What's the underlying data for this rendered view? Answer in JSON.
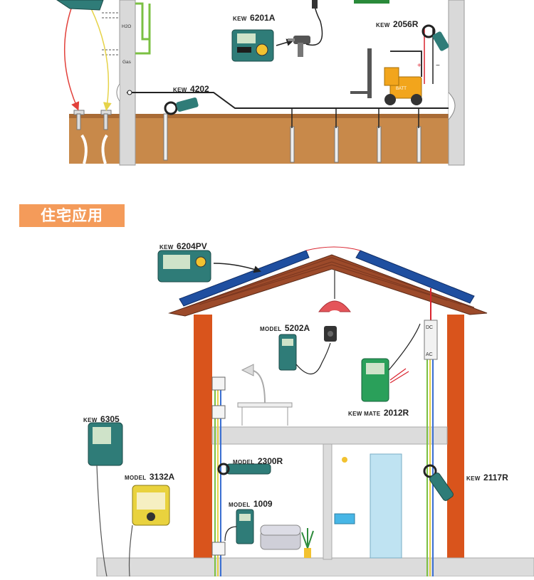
{
  "section": {
    "title": "住宅应用"
  },
  "labels": {
    "h2o": "H2O",
    "gas": "Gas",
    "dc": "DC",
    "ac": "AC",
    "batt": "BATT",
    "plus": "+",
    "minus": "−"
  },
  "meters": {
    "kew6201a": {
      "prefix": "KEW",
      "model": "6201A"
    },
    "kew2056r": {
      "prefix": "KEW",
      "model": "2056R"
    },
    "kew4202": {
      "prefix": "KEW",
      "model": "4202"
    },
    "kew6204pv": {
      "prefix": "KEW",
      "model": "6204PV"
    },
    "model5202a": {
      "prefix": "MODEL",
      "model": "5202A"
    },
    "kewmate2012r": {
      "prefix": "KEW MATE",
      "model": "2012R"
    },
    "kew6305": {
      "prefix": "KEW",
      "model": "6305"
    },
    "model3132a": {
      "prefix": "MODEL",
      "model": "3132A"
    },
    "model2300r": {
      "prefix": "MODEL",
      "model": "2300R"
    },
    "model1009": {
      "prefix": "MODEL",
      "model": "1009"
    },
    "kew2117r": {
      "prefix": "KEW",
      "model": "2117R"
    }
  },
  "colors": {
    "accent": "#f49b5a",
    "wall": "#d9541c",
    "soil": "#c8894a",
    "roof": "#9c4a2a",
    "panel": "#1f4fa0",
    "wire_green": "#7bc043",
    "wire_yellow": "#e6d34a",
    "wire_blue": "#3a6fd1",
    "wire_red": "#d9232e",
    "meter": "#2f7c78"
  }
}
